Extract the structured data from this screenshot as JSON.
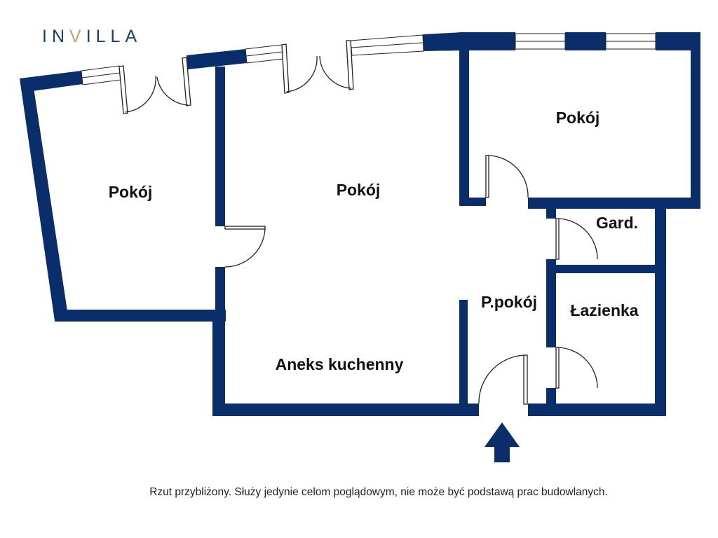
{
  "brand": {
    "logo_text_left": "IN",
    "logo_text_v": "V",
    "logo_text_right": "ILLA"
  },
  "rooms": {
    "room_left": "Pokój",
    "room_center": "Pokój",
    "room_top_right": "Pokój",
    "wardrobe": "Gard.",
    "hallway": "P.pokój",
    "bathroom": "Łazienka",
    "kitchenette": "Aneks kuchenny"
  },
  "disclaimer": "Rzut przybliżony. Służy jedynie celom poglądowym, nie może być podstawą prac budowlanych.",
  "colors": {
    "wall": "#0a2d6b",
    "logo_main": "#1b3f7a",
    "logo_accent": "#c4a06a",
    "entrance_arrow": "#0a2d6b"
  },
  "icons": {
    "entrance": "entrance-arrow-icon"
  }
}
